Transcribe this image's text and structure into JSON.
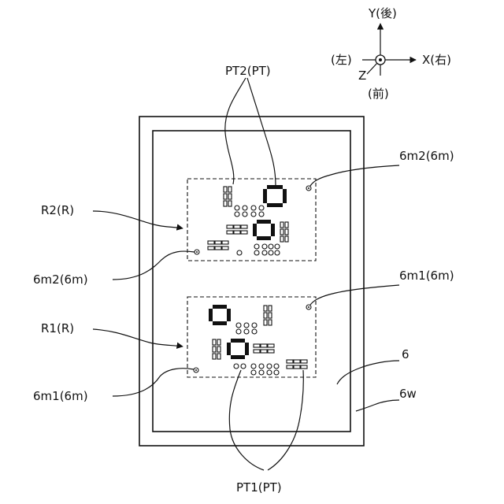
{
  "axes": {
    "y_label": "Y(後)",
    "x_label": "X(右)",
    "left_label": "(左)",
    "front_label": "(前)",
    "z_label": "Z"
  },
  "labels": {
    "pt2": "PT2(PT)",
    "pt1": "PT1(PT)",
    "r2": "R2(R)",
    "r1": "R1(R)",
    "m6m2_top": "6m2(6m)",
    "m6m2_left": "6m2(6m)",
    "m6m1_right": "6m1(6m)",
    "m6m1_left": "6m1(6m)",
    "n6": "6",
    "n6w": "6w"
  }
}
